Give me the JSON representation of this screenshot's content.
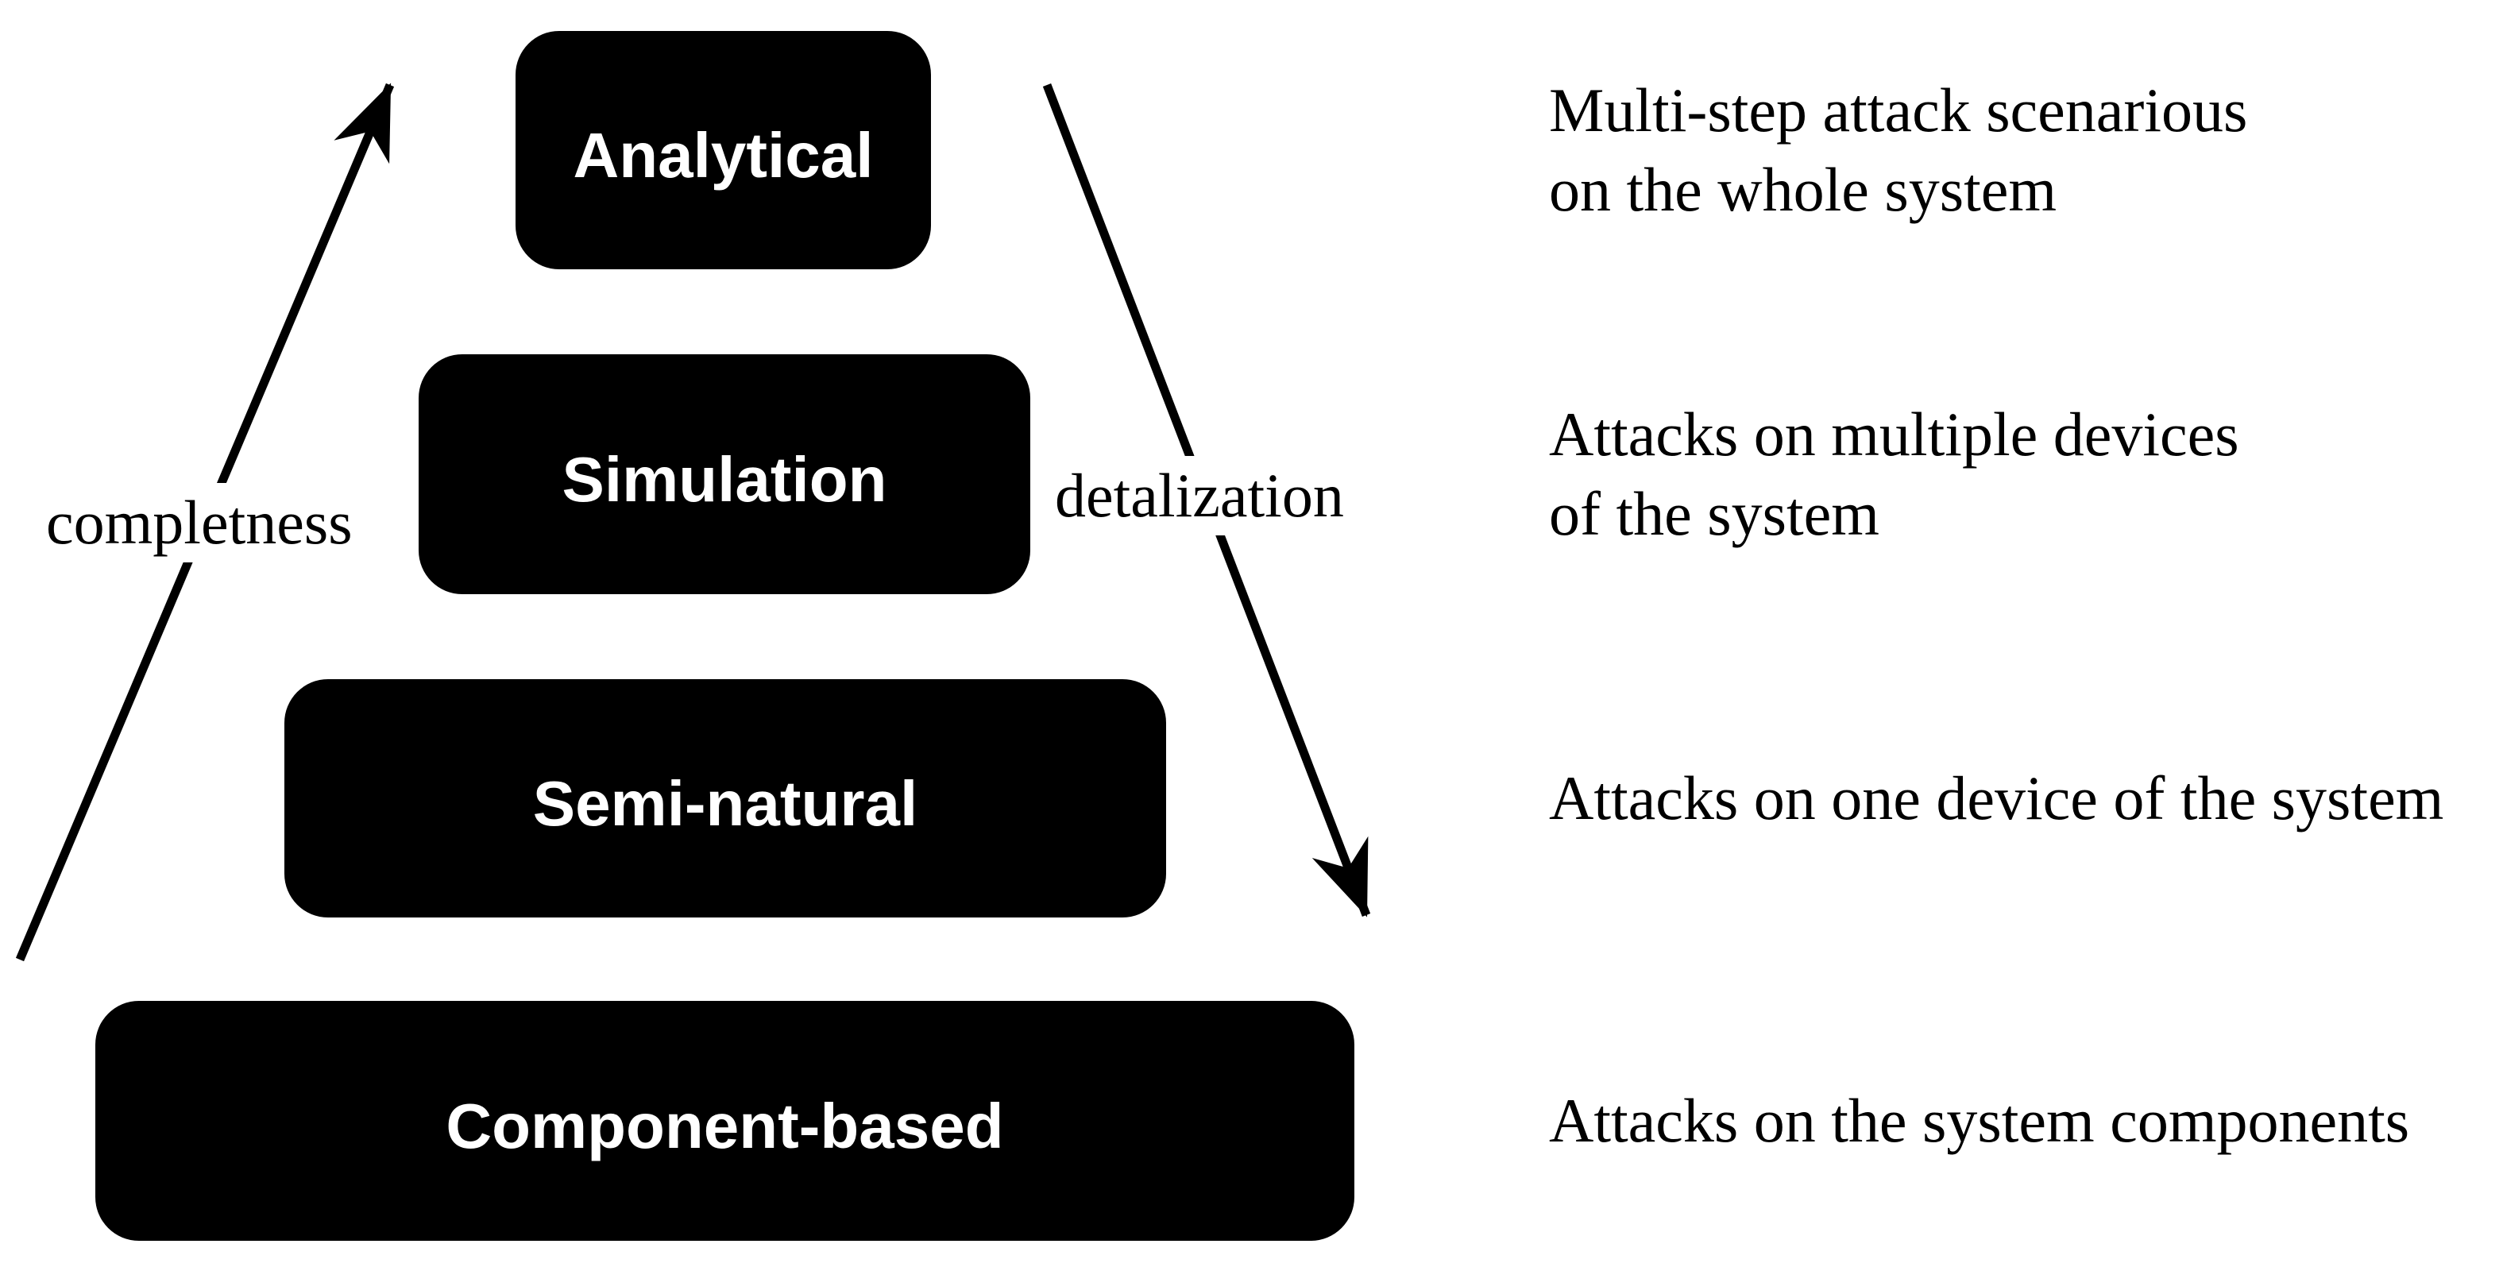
{
  "pyramid": {
    "levels": [
      {
        "label": "Analytical",
        "description_lines": [
          "Multi-step attack scenarious",
          "on the whole system"
        ]
      },
      {
        "label": "Simulation",
        "description_lines": [
          "Attacks on multiple devices",
          "of the system"
        ]
      },
      {
        "label": "Semi-natural",
        "description_lines": [
          "Attacks on one device of the system"
        ]
      },
      {
        "label": "Component-based",
        "description_lines": [
          "Attacks on the system components"
        ]
      }
    ]
  },
  "axis_labels": {
    "left_arrow": "completness",
    "right_arrow": "detalization"
  },
  "icons": {
    "left_arrow": "up-right-stealth-arrow-icon",
    "right_arrow": "down-right-stealth-arrow-icon"
  },
  "colors": {
    "background": "#ffffff",
    "box_fill": "#000000",
    "box_label_text": "#ffffff",
    "text": "#000000",
    "arrow": "#000000"
  }
}
